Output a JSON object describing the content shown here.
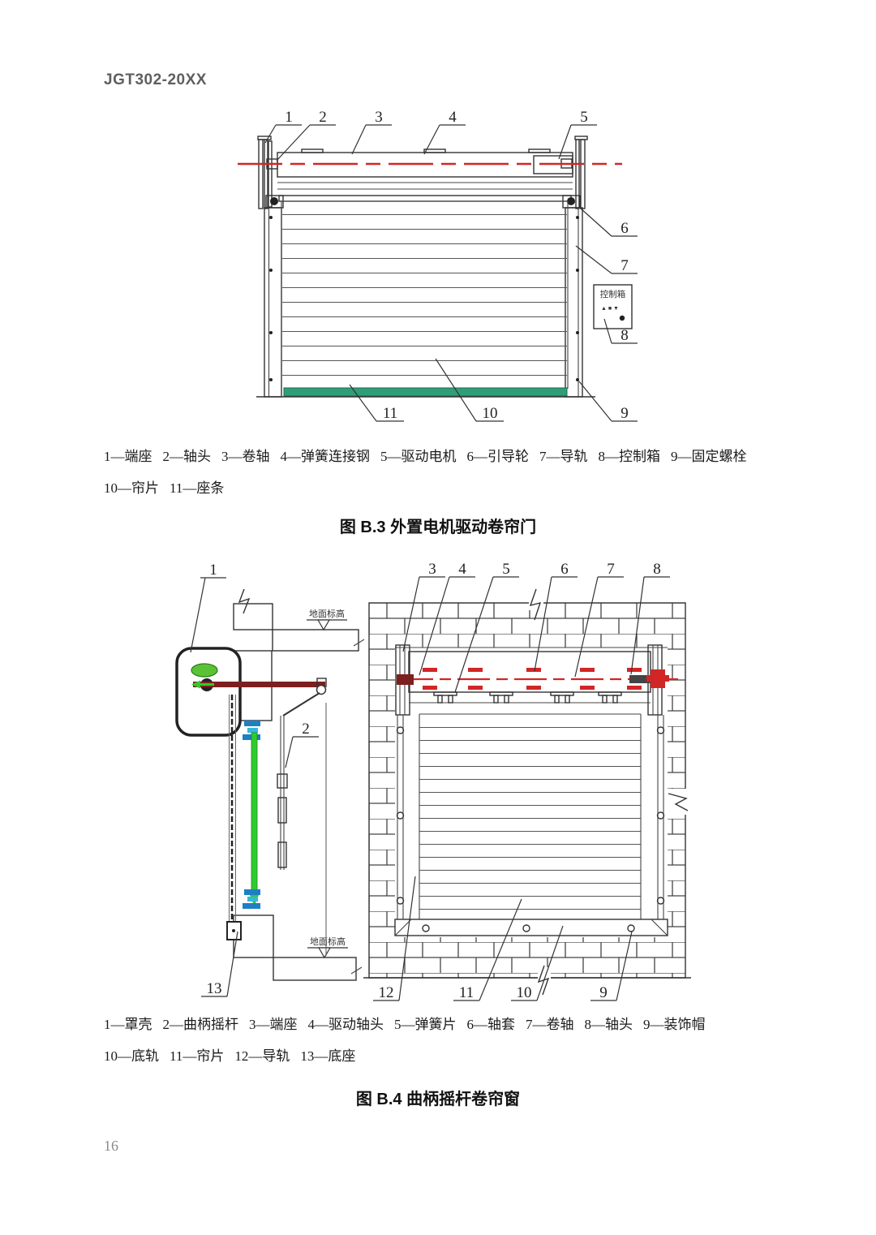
{
  "page": {
    "header": "JGT302-20XX",
    "page_number": "16"
  },
  "colors": {
    "line": "#333333",
    "red": "#d22626",
    "dark_red": "#7d1f1f",
    "green_bar": "#2f9e78",
    "bright_green": "#2ecc2e",
    "blue": "#1f7fc4"
  },
  "figure_b3": {
    "caption": "图 B.3  外置电机驱动卷帘门",
    "control_box": {
      "label": "控制箱",
      "buttons": "▲ ■ ▼"
    },
    "callouts": {
      "c1": "1",
      "c2": "2",
      "c3": "3",
      "c4": "4",
      "c5": "5",
      "c6": "6",
      "c7": "7",
      "c8": "8",
      "c9": "9",
      "c10": "10",
      "c11": "11"
    },
    "legend_row1": [
      "1—端座",
      "2—轴头",
      "3—卷轴",
      "4—弹簧连接钢",
      "5—驱动电机",
      "6—引导轮",
      "7—导轨",
      "8—控制箱",
      "9—固定螺栓"
    ],
    "legend_row2": [
      "10—帘片",
      "11—座条"
    ]
  },
  "figure_b4": {
    "caption": "图 B.4  曲柄摇杆卷帘窗",
    "ground_label_upper": "地面标高",
    "ground_label_lower": "地面标高",
    "callouts": {
      "c1": "1",
      "c2": "2",
      "c3": "3",
      "c4": "4",
      "c5": "5",
      "c6": "6",
      "c7": "7",
      "c8": "8",
      "c9": "9",
      "c10": "10",
      "c11": "11",
      "c12": "12",
      "c13": "13"
    },
    "legend_row1": [
      "1—罩壳",
      "2—曲柄摇杆",
      "3—端座",
      "4—驱动轴头",
      "5—弹簧片",
      "6—轴套",
      "7—卷轴",
      "8—轴头",
      "9—装饰帽"
    ],
    "legend_row2": [
      "10—底轨",
      "11—帘片",
      "12—导轨",
      "13—底座"
    ]
  }
}
